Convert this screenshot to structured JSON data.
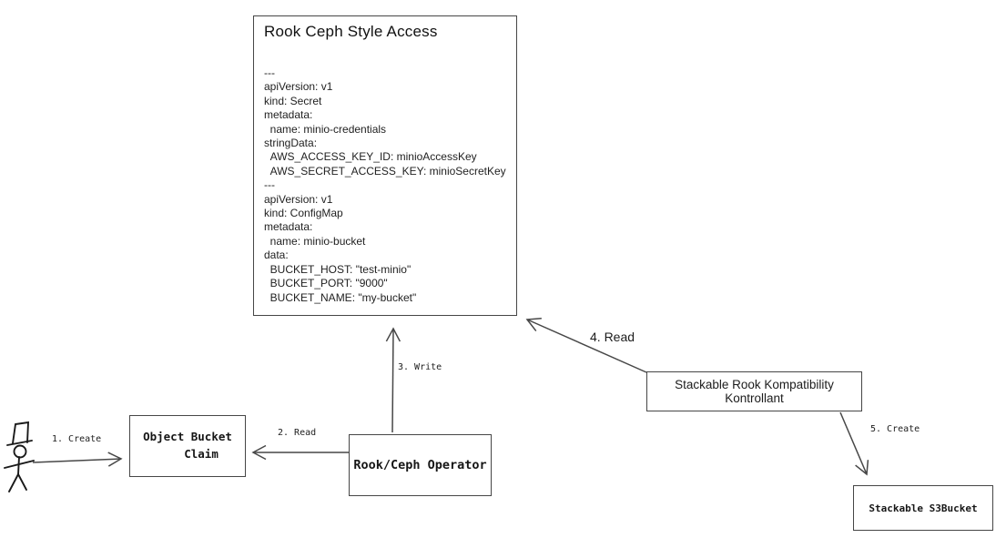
{
  "diagram": {
    "background_color": "#ffffff",
    "line_color": "#474747",
    "text_color": "#1c1c1c"
  },
  "yaml_box": {
    "title": "Rook Ceph Style Access",
    "body": "---\napiVersion: v1\nkind: Secret\nmetadata:\n  name: minio-credentials\nstringData:\n  AWS_ACCESS_KEY_ID: minioAccessKey\n  AWS_SECRET_ACCESS_KEY: minioSecretKey\n---\napiVersion: v1\nkind: ConfigMap\nmetadata:\n  name: minio-bucket\ndata:\n  BUCKET_HOST: \"test-minio\"\n  BUCKET_PORT: \"9000\"\n  BUCKET_NAME: \"my-bucket\""
  },
  "nodes": {
    "object_bucket_claim": {
      "label": "Object Bucket\n    Claim"
    },
    "rook_ceph_operator": {
      "label": "Rook/Ceph Operator"
    },
    "stackable_kontrollant": {
      "label": "Stackable Rook Kompatibility Kontrollant"
    },
    "stackable_s3bucket": {
      "label": "Stackable S3Bucket"
    }
  },
  "actor": {
    "name": "user"
  },
  "edges": {
    "create_obc": {
      "label": "1. Create"
    },
    "read_obc": {
      "label": "2. Read"
    },
    "write_yaml": {
      "label": "3. Write"
    },
    "read_yaml": {
      "label": "4. Read"
    },
    "create_s3bucket": {
      "label": "5. Create"
    }
  }
}
